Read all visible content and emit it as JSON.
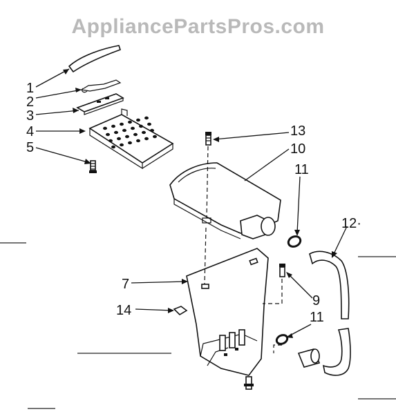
{
  "watermark": "AppliancePartsPros.com",
  "callouts": [
    {
      "id": "1",
      "label": "1"
    },
    {
      "id": "2",
      "label": "2"
    },
    {
      "id": "3",
      "label": "3"
    },
    {
      "id": "4",
      "label": "4"
    },
    {
      "id": "5",
      "label": "5"
    },
    {
      "id": "13",
      "label": "13"
    },
    {
      "id": "10",
      "label": "10"
    },
    {
      "id": "11a",
      "label": "11"
    },
    {
      "id": "12",
      "label": "12·"
    },
    {
      "id": "7",
      "label": "7"
    },
    {
      "id": "9",
      "label": "9"
    },
    {
      "id": "14",
      "label": "14"
    },
    {
      "id": "11b",
      "label": "11"
    }
  ],
  "colors": {
    "ink": "#111111",
    "watermark": "#b9b9b9",
    "background": "#ffffff"
  }
}
